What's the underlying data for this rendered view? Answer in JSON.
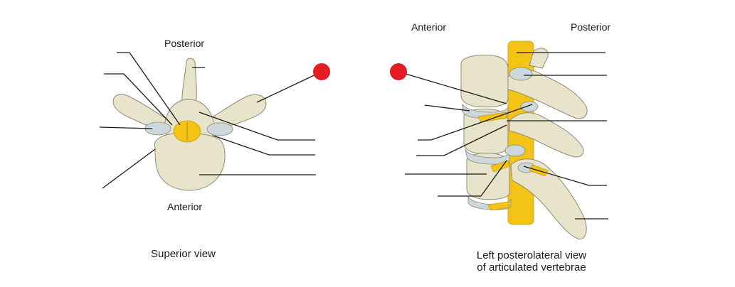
{
  "superior_view": {
    "posterior_label": "Posterior",
    "anterior_label": "Anterior",
    "caption": "Superior view"
  },
  "lateral_view": {
    "anterior_label": "Anterior",
    "posterior_label": "Posterior",
    "caption_line1": "Left posterolateral view",
    "caption_line2": "of articulated vertebrae"
  },
  "colors": {
    "marker": "#e51c23",
    "bone": "#e8e4cc",
    "bone_outline": "#8f8a72",
    "cartilage": "#ccd8dc",
    "spinal_cord": "#f3c316",
    "leader_line": "#1a1a1a"
  }
}
